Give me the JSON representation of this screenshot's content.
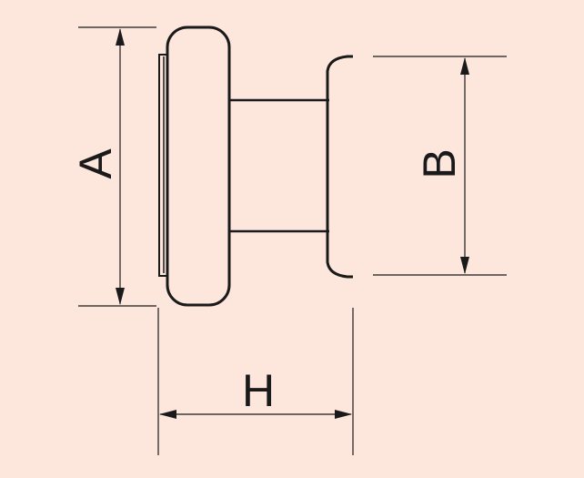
{
  "diagram": {
    "background": "#fde6dc",
    "stroke_color": "#1a1a1a",
    "labels": {
      "a": "A",
      "b": "B",
      "h": "H"
    }
  }
}
